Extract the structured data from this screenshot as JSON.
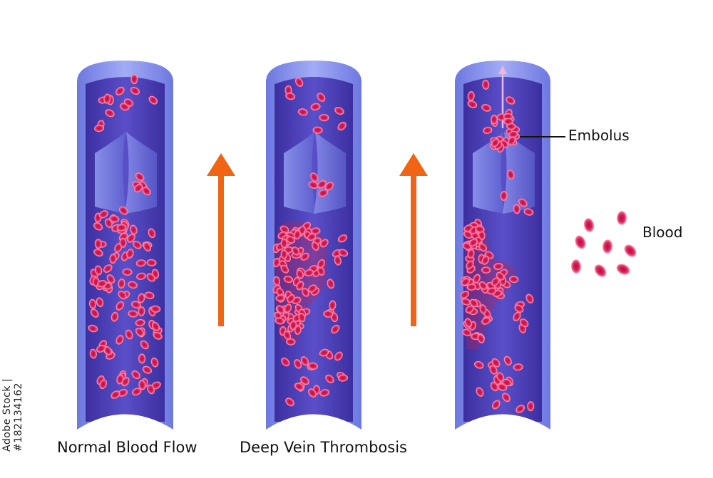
{
  "captions": {
    "normal": "Normal Blood Flow",
    "dvt": "Deep Vein Thrombosis"
  },
  "labels": {
    "embolus": "Embolus",
    "blood": "Blood"
  },
  "stock_id": "Adobe Stock | #182134162",
  "colors": {
    "vessel_wall": "#7b86e8",
    "vessel_lumen": "#4a3fb4",
    "cell_fill": "#d21a4e",
    "cell_rim": "#ff5a8a",
    "arrow": "#f06414"
  },
  "icons": {
    "flow_arrow": "up-arrow-icon"
  }
}
